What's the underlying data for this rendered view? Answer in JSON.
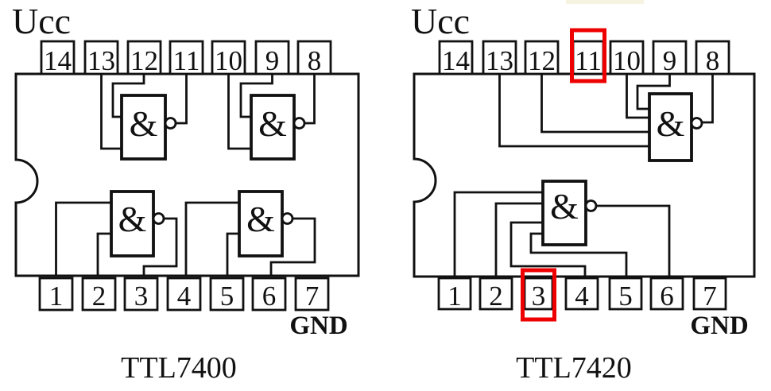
{
  "colors": {
    "ink": "#111111",
    "background": "#ffffff",
    "highlight_red": "#ee0000",
    "smudge_yellow": "#f4f0d8"
  },
  "diagrams": [
    {
      "title": "TTL7400",
      "power_label": "Ucc",
      "ground_label": "GND",
      "gate_symbol": "&",
      "top_pins": [
        "14",
        "13",
        "12",
        "11",
        "10",
        "9",
        "8"
      ],
      "bottom_pins": [
        "1",
        "2",
        "3",
        "4",
        "5",
        "6",
        "7"
      ],
      "gates": [
        {
          "type": "2-input NAND",
          "inputs": [
            "13",
            "12"
          ],
          "output": "11"
        },
        {
          "type": "2-input NAND",
          "inputs": [
            "10",
            "9"
          ],
          "output": "8"
        },
        {
          "type": "2-input NAND",
          "inputs": [
            "1",
            "2"
          ],
          "output": "3"
        },
        {
          "type": "2-input NAND",
          "inputs": [
            "4",
            "5"
          ],
          "output": "6"
        }
      ],
      "highlighted_pins": []
    },
    {
      "title": "TTL7420",
      "power_label": "Ucc",
      "ground_label": "GND",
      "gate_symbol": "&",
      "top_pins": [
        "14",
        "13",
        "12",
        "11",
        "10",
        "9",
        "8"
      ],
      "bottom_pins": [
        "1",
        "2",
        "3",
        "4",
        "5",
        "6",
        "7"
      ],
      "gates": [
        {
          "type": "4-input NAND",
          "inputs": [
            "13",
            "12",
            "10",
            "9"
          ],
          "output": "8"
        },
        {
          "type": "4-input NAND",
          "inputs": [
            "1",
            "2",
            "4",
            "5"
          ],
          "output": "6"
        }
      ],
      "highlighted_pins": [
        "11",
        "3"
      ]
    }
  ]
}
